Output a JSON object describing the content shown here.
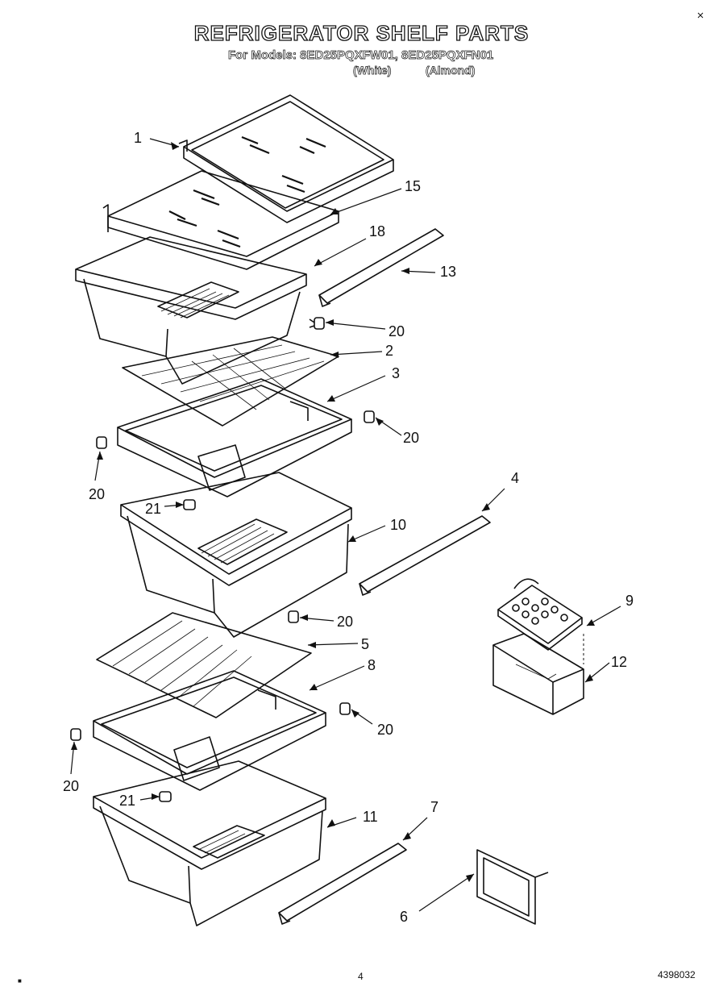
{
  "header": {
    "title": "REFRIGERATOR SHELF PARTS",
    "models_line": "For Models: 8ED25PQXFW01, 8ED25PQXFN01",
    "color_white": "(White)",
    "color_almond": "(Almond)"
  },
  "callouts": {
    "c1": "1",
    "c15": "15",
    "c18": "18",
    "c13": "13",
    "c20a": "20",
    "c2": "2",
    "c3": "3",
    "c20b": "20",
    "c20c": "20",
    "c21a": "21",
    "c4": "4",
    "c10": "10",
    "c20d": "20",
    "c5": "5",
    "c8": "8",
    "c9": "9",
    "c12": "12",
    "c20e": "20",
    "c20f": "20",
    "c21b": "21",
    "c11": "11",
    "c7": "7",
    "c6": "6"
  },
  "footer": {
    "page_number": "4",
    "part_number": "4398032"
  }
}
